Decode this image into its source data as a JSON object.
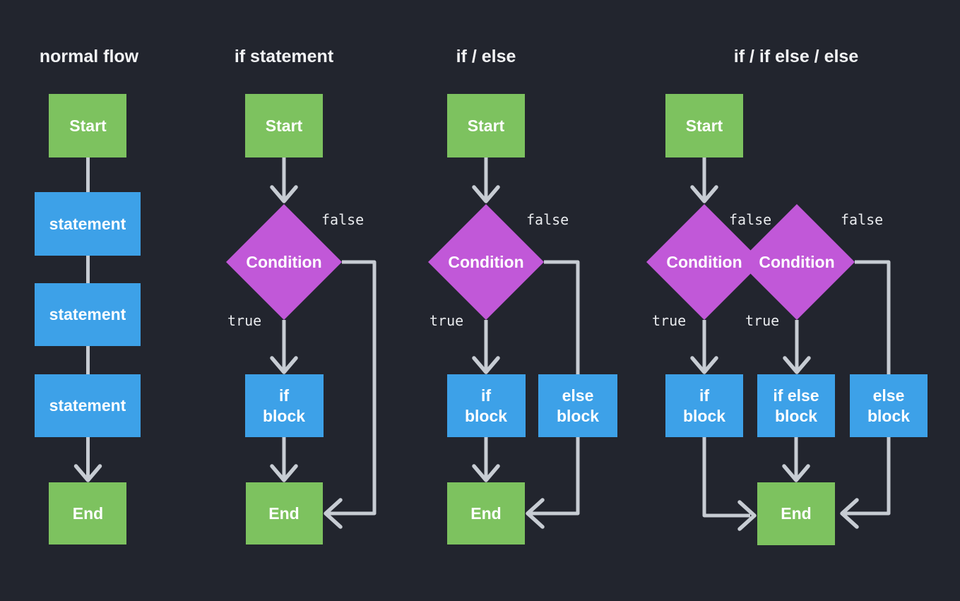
{
  "palette": {
    "background": "#22252e",
    "green": "#7dc25f",
    "blue": "#3da1e8",
    "purple": "#c158d8",
    "line": "#c7ccd3",
    "node_text": "#ffffff",
    "branch_text": "#e9ebee",
    "title_text": "#f2f3f5"
  },
  "diagrams": [
    {
      "title": "normal flow",
      "nodes": {
        "start": "Start",
        "statements": [
          "statement",
          "statement",
          "statement"
        ],
        "end": "End"
      }
    },
    {
      "title": "if statement",
      "nodes": {
        "start": "Start",
        "condition": "Condition",
        "if_block": [
          "if",
          "block"
        ],
        "end": "End"
      },
      "branch_labels": {
        "false": "false",
        "true": "true"
      }
    },
    {
      "title": "if / else",
      "nodes": {
        "start": "Start",
        "condition": "Condition",
        "if_block": [
          "if",
          "block"
        ],
        "else_block": [
          "else",
          "block"
        ],
        "end": "End"
      },
      "branch_labels": {
        "false": "false",
        "true": "true"
      }
    },
    {
      "title": "if / if else / else",
      "nodes": {
        "start": "Start",
        "condition1": "Condition",
        "condition2": "Condition",
        "if_block": [
          "if",
          "block"
        ],
        "if_else_block": [
          "if else",
          "block"
        ],
        "else_block": [
          "else",
          "block"
        ],
        "end": "End"
      },
      "branch_labels": {
        "false1": "false",
        "false2": "false",
        "true1": "true",
        "true2": "true"
      }
    }
  ]
}
